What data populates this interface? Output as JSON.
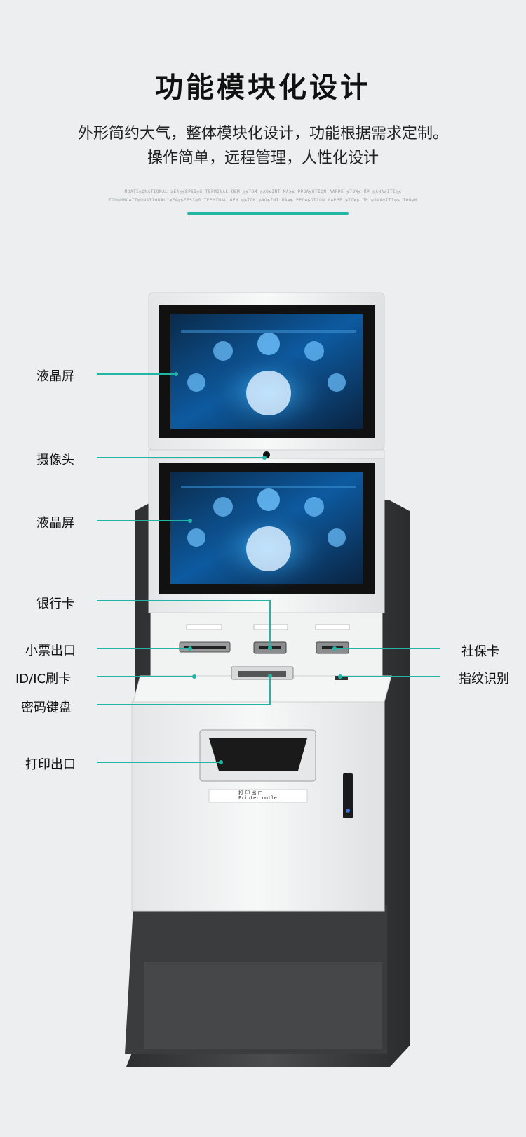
{
  "title": "功能模块化设计",
  "subtitle_line1": "外形简约大气，整体模块化设计，功能根据需求定制。",
  "subtitle_line2": "操作简单，远程管理，人性化设计",
  "colors": {
    "accent": "#21b5a6",
    "background": "#eceeef",
    "body_dark": "#3a3c3e",
    "panel_white": "#f4f5f5"
  },
  "labels_left": {
    "lcd_top": "液晶屏",
    "camera": "摄像头",
    "lcd_bottom": "液晶屏",
    "bank_card": "银行卡",
    "receipt_outlet": "小票出口",
    "id_ic_card": "ID/IC刷卡",
    "password_keyboard": "密码键盘",
    "print_outlet": "打印出口"
  },
  "labels_right": {
    "social_security_card": "社保卡",
    "fingerprint": "指纹识别"
  },
  "device_plate": {
    "print_outlet_cn": "打 印 出 口",
    "print_outlet_en": "Printer outlet"
  },
  "icons": [
    "monitor-icon",
    "lock-icon",
    "megaphone-icon",
    "document-icon",
    "building-icon",
    "printer-icon",
    "camera-icon",
    "fingerprint-icon"
  ]
}
